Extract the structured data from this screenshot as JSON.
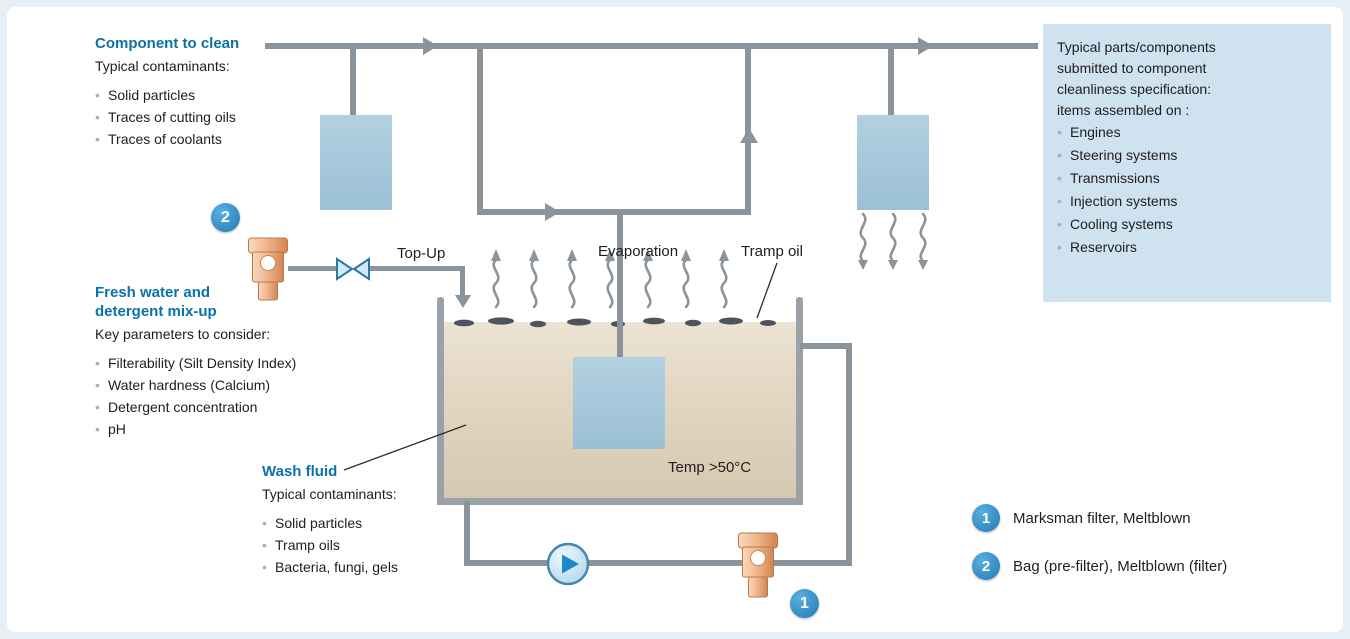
{
  "colors": {
    "heading_blue": "#0b72a8",
    "pipe_gray": "#8b939b",
    "component_blue": "#a5c7da",
    "fluid_tan": "#ddd2bd",
    "badge_blue": "#1e7cb6",
    "panel_blue": "#cfe2ef"
  },
  "blocks": {
    "component_to_clean": {
      "title": "Component to clean",
      "subtitle": "Typical contaminants:",
      "items": [
        "Solid particles",
        "Traces of cutting oils",
        "Traces of coolants"
      ]
    },
    "fresh_water": {
      "title_line1": "Fresh water and",
      "title_line2": "detergent mix-up",
      "subtitle": "Key parameters to consider:",
      "items": [
        "Filterability (Silt Density Index)",
        "Water hardness (Calcium)",
        "Detergent concentration",
        "pH"
      ]
    },
    "wash_fluid": {
      "title": "Wash fluid",
      "subtitle": "Typical contaminants:",
      "items": [
        "Solid particles",
        "Tramp oils",
        "Bacteria, fungi, gels"
      ]
    }
  },
  "panel": {
    "intro": [
      "Typical parts/components",
      "submitted to component",
      "cleanliness specification:",
      "items assembled on :"
    ],
    "items": [
      "Engines",
      "Steering systems",
      "Transmissions",
      "Injection systems",
      "Cooling systems",
      "Reservoirs"
    ]
  },
  "labels": {
    "top_up": "Top-Up",
    "evaporation": "Evaporation",
    "tramp_oil": "Tramp oil",
    "temp": "Temp >50°C"
  },
  "badges": {
    "filter_main": "1",
    "prefilter": "2"
  },
  "legend": {
    "items": [
      {
        "badge": "1",
        "text": "Marksman filter, Meltblown"
      },
      {
        "badge": "2",
        "text": "Bag (pre-filter), Meltblown (filter)"
      }
    ]
  }
}
